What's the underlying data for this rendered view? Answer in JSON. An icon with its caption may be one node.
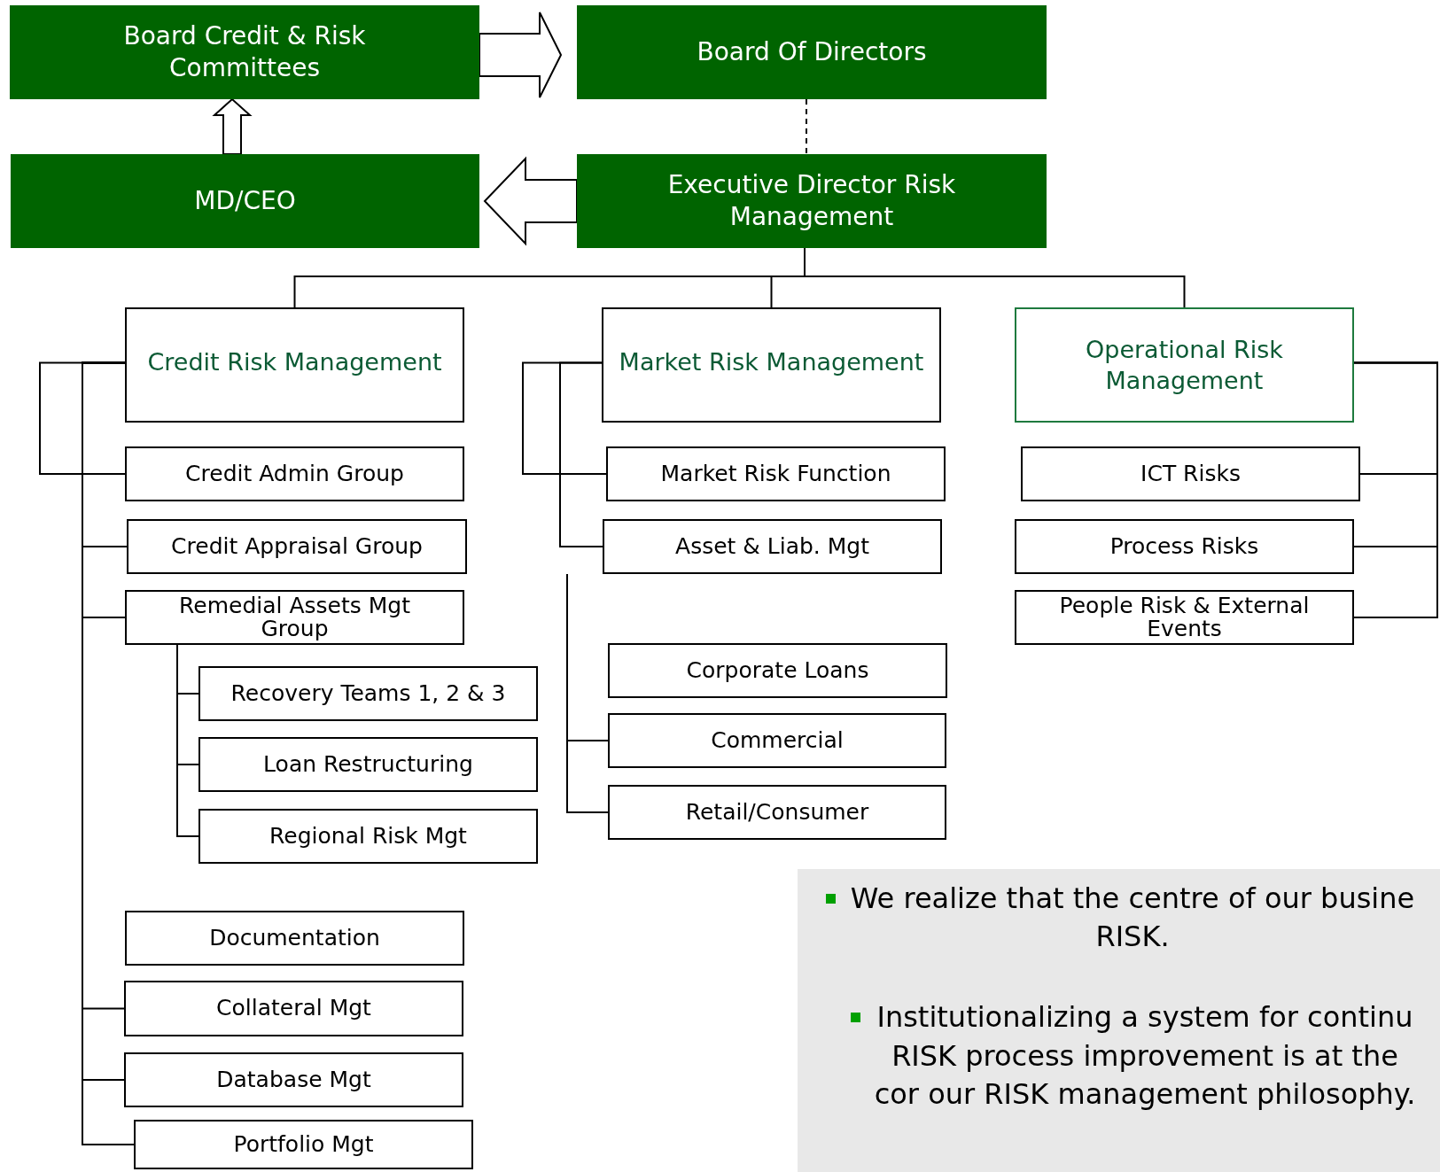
{
  "diagram": {
    "nodes": [
      {
        "text": [
          "Board Credit & Risk Committees"
        ]
      },
      {
        "text": [
          "Board Of Directors"
        ]
      },
      {
        "text": [
          "MD/CEO"
        ]
      },
      {
        "text": [
          "Executive Director Risk Management"
        ]
      },
      {
        "text": [
          "Credit Risk Management"
        ]
      },
      {
        "text": [
          "Market Risk Management"
        ]
      },
      {
        "text": [
          "Operational Risk Management"
        ]
      },
      {
        "text": [
          "Credit Admin Group"
        ]
      },
      {
        "text": [
          "Credit Appraisal Group"
        ]
      },
      {
        "text": [
          "Remedial Assets Mgt Group"
        ]
      },
      {
        "text": [
          "Recovery Teams 1, 2 & 3"
        ]
      },
      {
        "text": [
          "Loan Restructuring"
        ]
      },
      {
        "text": [
          "Regional Risk Mgt"
        ]
      },
      {
        "text": [
          "Documentation"
        ]
      },
      {
        "text": [
          "Collateral Mgt"
        ]
      },
      {
        "text": [
          "Database Mgt"
        ]
      },
      {
        "text": [
          "Portfolio Mgt"
        ]
      },
      {
        "text": [
          "Market Risk Function"
        ]
      },
      {
        "text": [
          "Asset & Liab. Mgt"
        ]
      },
      {
        "text": [
          "Corporate Loans"
        ]
      },
      {
        "text": [
          "Commercial"
        ]
      },
      {
        "text": [
          "Retail/Consumer"
        ]
      },
      {
        "text": [
          "ICT Risks"
        ]
      },
      {
        "text": [
          "Process Risks"
        ]
      },
      {
        "text": [
          "People Risk & External Events"
        ]
      },
      {
        "text": [
          "We realize that the centre of our busine RISK.",
          "Institutionalizing a system for continu RISK process improvement is at the cor our RISK management philosophy."
        ]
      }
    ],
    "edges": [
      {
        "from": 0,
        "to": 1,
        "arrow": "to",
        "style": "thick"
      },
      {
        "from": 2,
        "to": 0,
        "arrow": "to",
        "style": "thick"
      },
      {
        "from": 3,
        "to": 2,
        "arrow": "to",
        "style": "thick"
      },
      {
        "from": 1,
        "to": 3,
        "arrow": "none",
        "style": "dashed"
      },
      {
        "from": 3,
        "to": 4,
        "arrow": "none"
      },
      {
        "from": 3,
        "to": 5,
        "arrow": "none"
      },
      {
        "from": 3,
        "to": 6,
        "arrow": "none"
      },
      {
        "from": 4,
        "to": 7,
        "arrow": "none"
      },
      {
        "from": 4,
        "to": 8,
        "arrow": "none"
      },
      {
        "from": 4,
        "to": 9,
        "arrow": "none"
      },
      {
        "from": 4,
        "to": 14,
        "arrow": "none"
      },
      {
        "from": 4,
        "to": 15,
        "arrow": "none"
      },
      {
        "from": 4,
        "to": 16,
        "arrow": "none"
      },
      {
        "from": 9,
        "to": 10,
        "arrow": "none"
      },
      {
        "from": 9,
        "to": 11,
        "arrow": "none"
      },
      {
        "from": 9,
        "to": 12,
        "arrow": "none"
      },
      {
        "from": 5,
        "to": 17,
        "arrow": "none"
      },
      {
        "from": 5,
        "to": 18,
        "arrow": "none"
      },
      {
        "from": null,
        "to": 20,
        "arrow": "none"
      },
      {
        "from": null,
        "to": 21,
        "arrow": "none"
      },
      {
        "from": 6,
        "to": 22,
        "arrow": "none"
      },
      {
        "from": 6,
        "to": 23,
        "arrow": "none"
      },
      {
        "from": 6,
        "to": 24,
        "arrow": "none"
      }
    ]
  }
}
